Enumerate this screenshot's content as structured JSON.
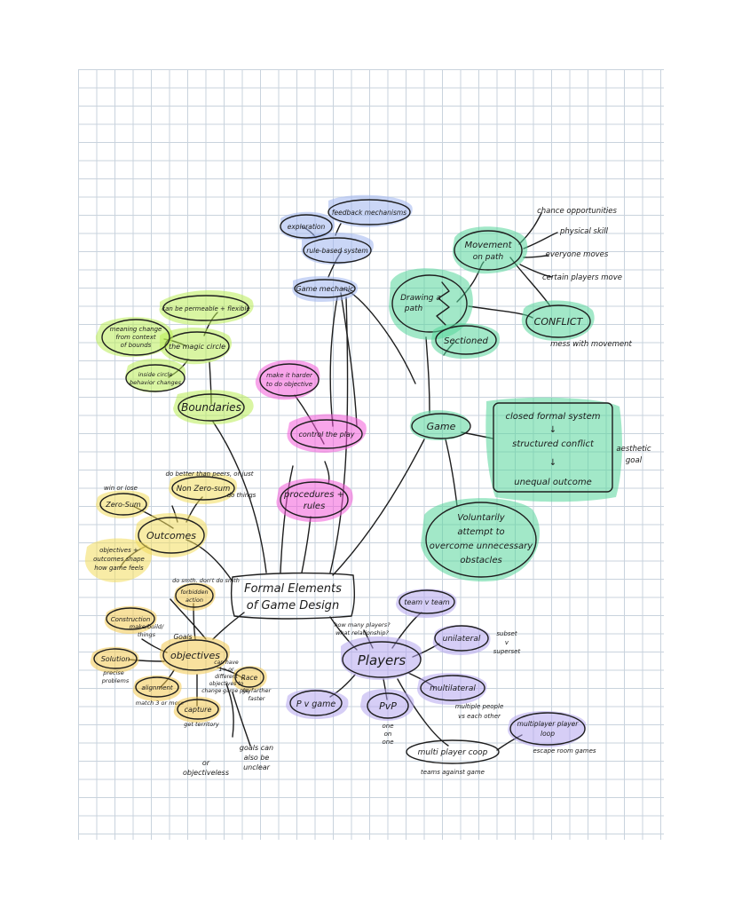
{
  "center": {
    "label_1": "Formal Elements",
    "label_2": "of Game Design"
  },
  "game": {
    "label": "Game",
    "definition": [
      "closed formal system",
      "structured conflict",
      "unequal outcome"
    ],
    "definition_note_1": "aesthetic",
    "definition_note_2": "goal",
    "voluntary": [
      "Voluntarily",
      "attempt to",
      "overcome unnecessary",
      "obstacles"
    ],
    "drawing": [
      "Drawing a",
      "path"
    ],
    "sectioned": "Sectioned",
    "movement": [
      "Movement",
      "on path"
    ],
    "movement_items": [
      "chance opportunities",
      "physical skill",
      "everyone moves",
      "certain players move"
    ],
    "conflict": "CONFLICT",
    "conflict_note": "mess with movement"
  },
  "mechanic": {
    "label": "Game mechanic",
    "rule_based": "rule-based system",
    "exploration": "exploration",
    "feedback": "feedback mechanisms"
  },
  "rules": {
    "procedures": [
      "procedures +",
      "rules"
    ],
    "control": "control the play",
    "harder": [
      "make it harder",
      "to do objective"
    ]
  },
  "boundaries": {
    "label": "Boundaries",
    "magic": "the magic circle",
    "meaning": [
      "meaning change",
      "from context",
      "of bounds"
    ],
    "permeable": "can be permeable + flexible",
    "inside": [
      "inside circle",
      "behavior changes"
    ]
  },
  "outcomes": {
    "label": "Outcomes",
    "zero": "Zero-Sum",
    "zero_note": "win or lose",
    "nonzero": "Non Zero-sum",
    "nonzero_note_1": "do better than peers, or just",
    "nonzero_note_2": "do things",
    "objectives_note": [
      "objectives +",
      "outcomes shape",
      "how game feels"
    ]
  },
  "objectives": {
    "label": "objectives",
    "goals": "Goals",
    "forbidden": [
      "forbidden",
      "action"
    ],
    "forbidden_note": "do smth. don't do smth",
    "construction": "Construction",
    "construction_note": [
      "make/build/",
      "things"
    ],
    "solution": "Solution",
    "solution_note": [
      "precise",
      "problems"
    ],
    "alignment": "alignment",
    "alignment_note": "match 3 or more",
    "capture": "capture",
    "capture_note": "get territory",
    "race": "Race",
    "race_note": [
      "go farther",
      "faster"
    ],
    "defined_note": [
      "can have",
      "1+ or",
      "different",
      "objectives to",
      "change game play"
    ],
    "unclear_note": [
      "goals can",
      "also be",
      "unclear"
    ],
    "objectiveless": [
      "or",
      "objectiveless"
    ]
  },
  "players": {
    "label": "Players",
    "question": [
      "how many players?",
      "what relationship?"
    ],
    "team": "team v team",
    "unilateral": "unilateral",
    "unilateral_note": [
      "subset",
      "v",
      "superset"
    ],
    "multilateral": "multilateral",
    "multilateral_note": [
      "multiple people",
      "vs each other"
    ],
    "pvgame": "P v game",
    "pvp": "PvP",
    "pvp_note": [
      "one",
      "on",
      "one"
    ],
    "coop": "multi player coop",
    "coop_note": "teams against game",
    "multiplayer_loop": [
      "multiplayer player",
      "loop"
    ],
    "loop_note": "escape room games"
  },
  "colors": {
    "blue": "#9fb4ef",
    "green": "#55d69a",
    "lime": "#b9ec55",
    "pink": "#f25bd9",
    "yellow": "#f3dc5c",
    "orange": "#f2c84e",
    "purple": "#b5a6ee"
  }
}
